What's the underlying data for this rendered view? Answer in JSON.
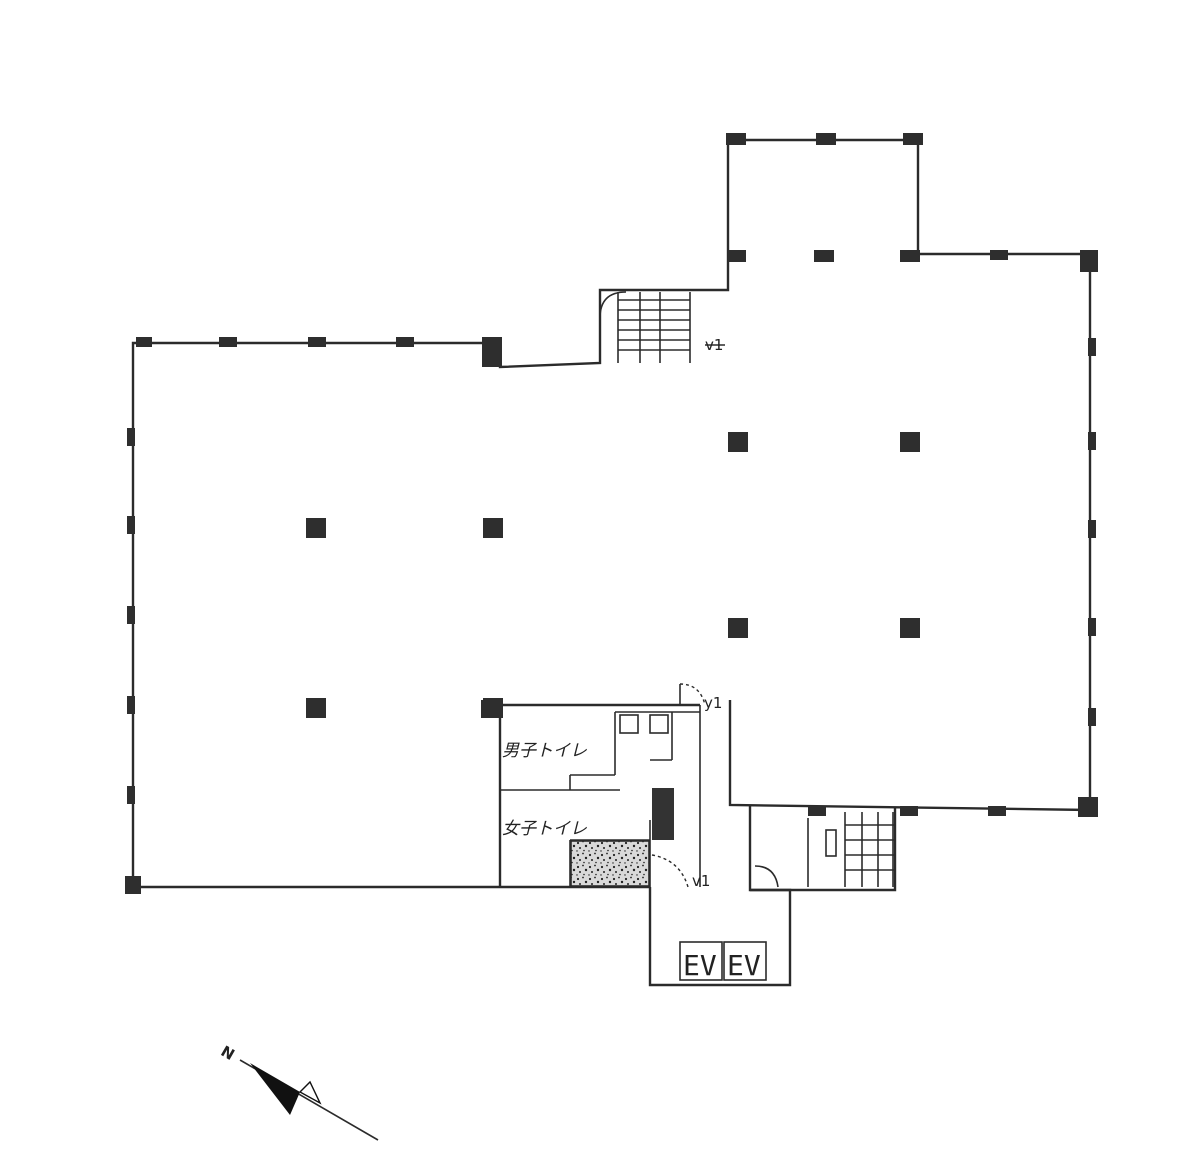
{
  "rooms": {
    "mens_toilet": "男子トイレ",
    "womens_toilet": "女子トイレ"
  },
  "elevators": [
    "EV",
    "EV"
  ],
  "markers": [
    "v1",
    "v1",
    "y1"
  ],
  "compass": {
    "label": "N"
  },
  "colors": {
    "line": "#2b2b2b",
    "column": "#2e2e2e",
    "background": "#ffffff"
  }
}
